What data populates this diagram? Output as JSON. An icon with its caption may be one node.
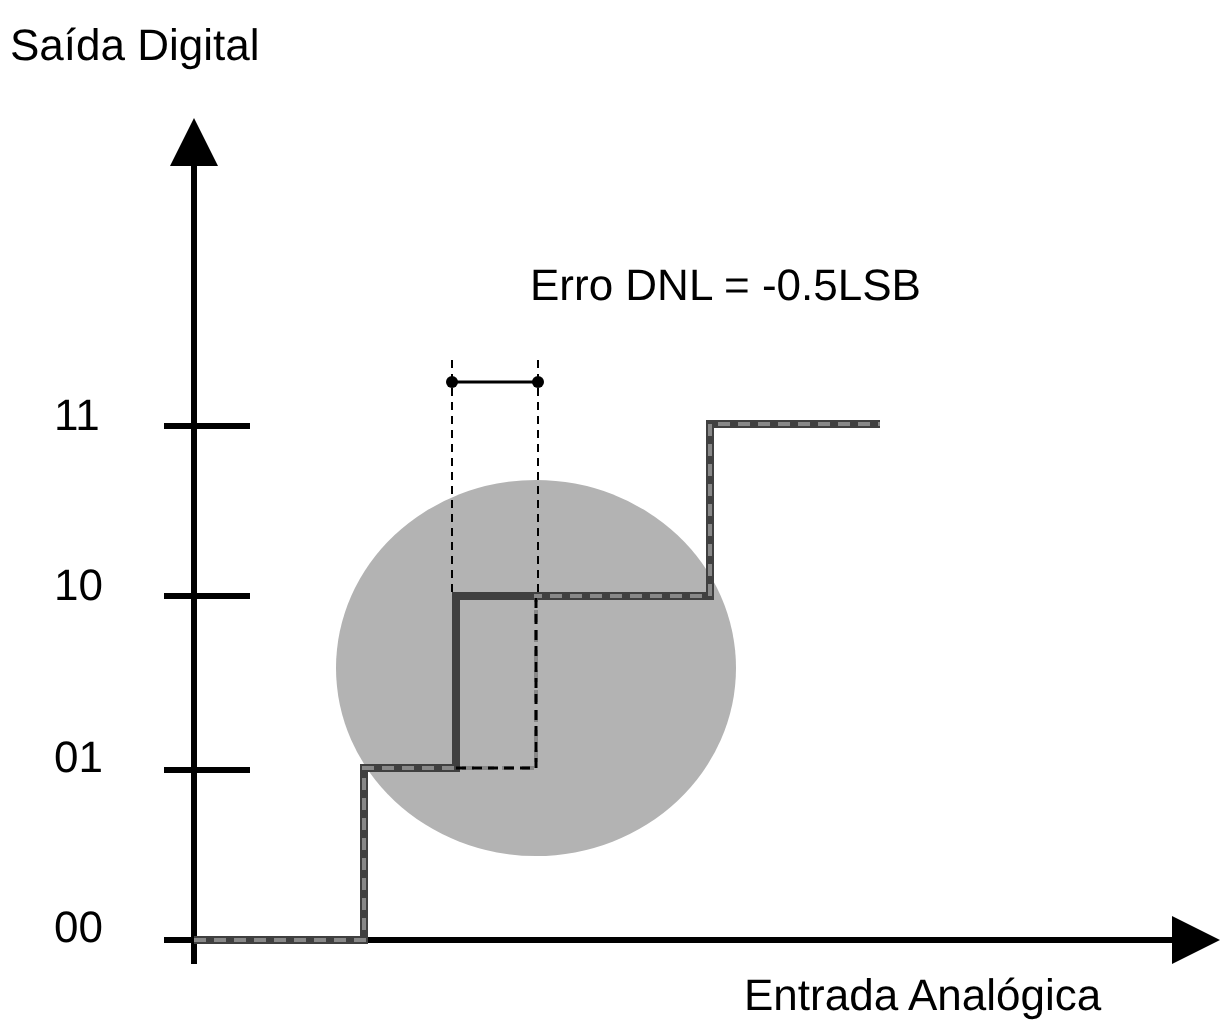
{
  "diagram": {
    "labels": [
      "Saída Digital",
      "Erro DNL = -0.5LSB",
      "11",
      "10",
      "01",
      "00",
      "Entrada Analógica"
    ]
  }
}
